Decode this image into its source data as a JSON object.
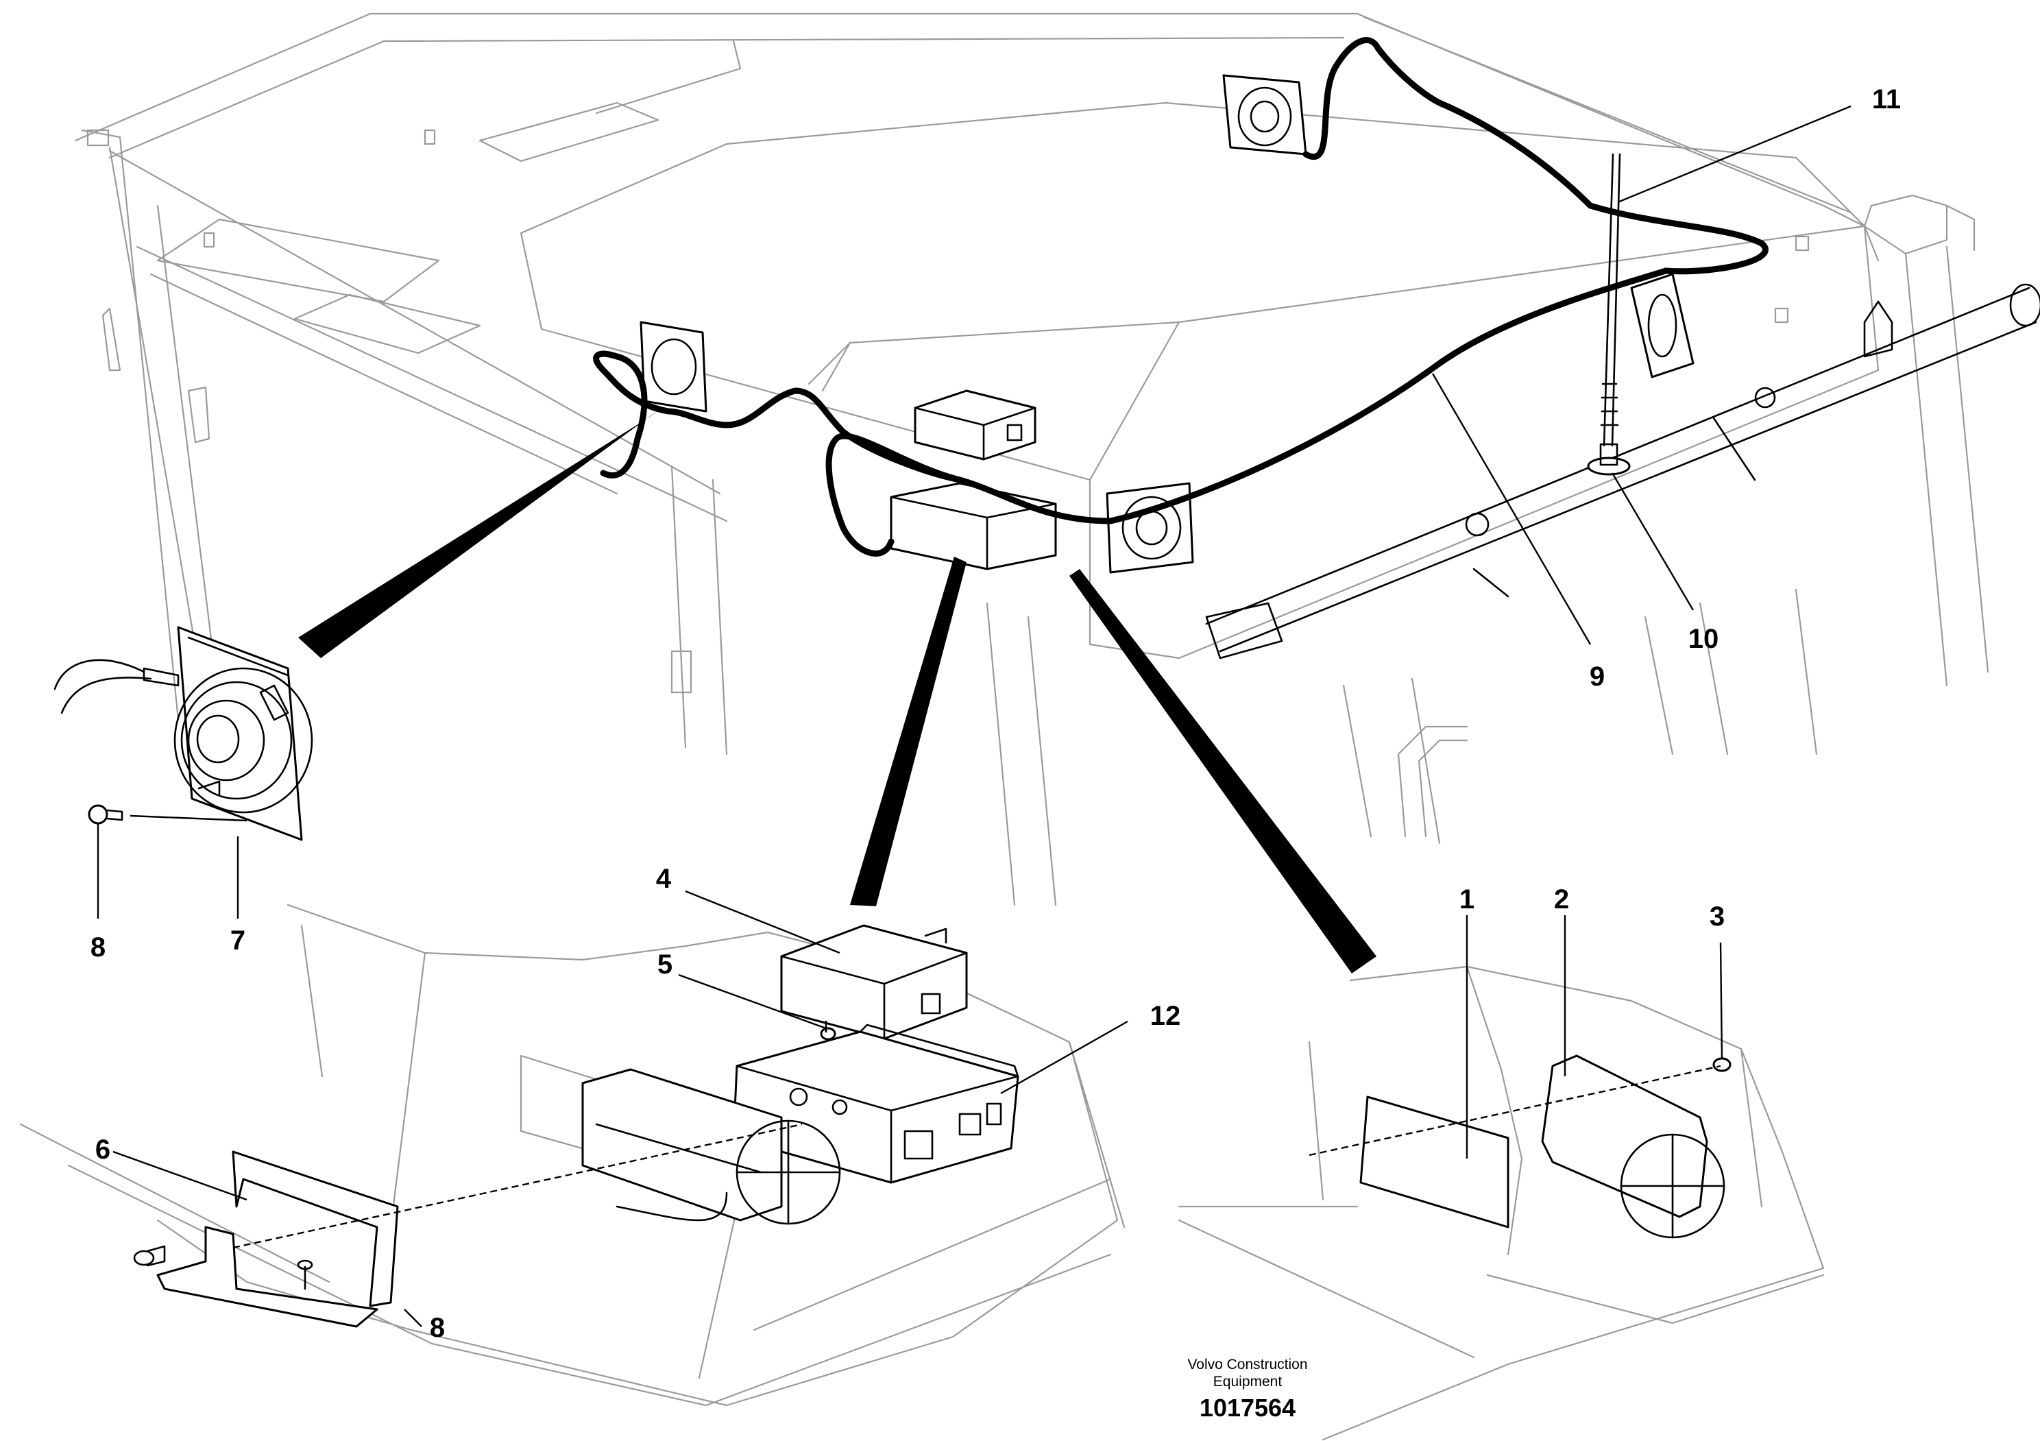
{
  "diagram": {
    "callouts": [
      {
        "id": "1",
        "label": "1"
      },
      {
        "id": "2",
        "label": "2"
      },
      {
        "id": "3",
        "label": "3"
      },
      {
        "id": "4",
        "label": "4"
      },
      {
        "id": "5",
        "label": "5"
      },
      {
        "id": "6",
        "label": "6"
      },
      {
        "id": "7",
        "label": "7"
      },
      {
        "id": "8a",
        "label": "8"
      },
      {
        "id": "8b",
        "label": "8"
      },
      {
        "id": "9",
        "label": "9"
      },
      {
        "id": "10",
        "label": "10"
      },
      {
        "id": "11",
        "label": "11"
      },
      {
        "id": "12",
        "label": "12"
      }
    ],
    "footer": {
      "company_line1": "Volvo Construction",
      "company_line2": "Equipment",
      "drawing_number": "1017564"
    }
  }
}
